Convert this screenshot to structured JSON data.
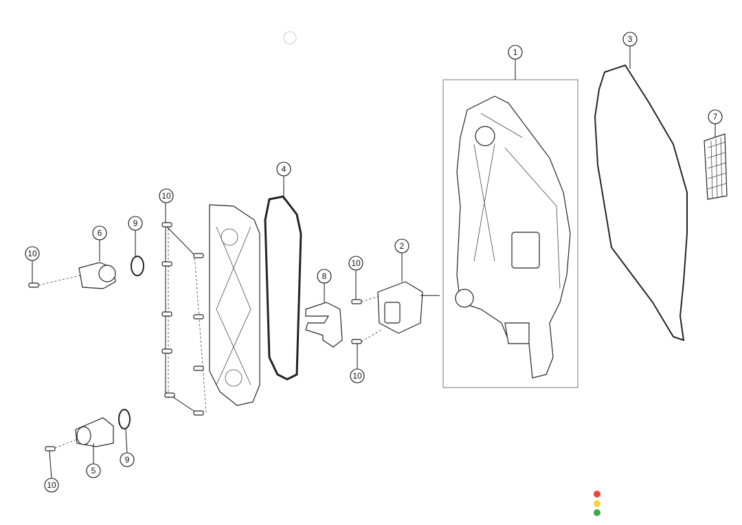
{
  "diagram": {
    "callouts": [
      "1",
      "3",
      "7",
      "4",
      "10",
      "9",
      "6",
      "10",
      "2",
      "10",
      "8",
      "10",
      "9",
      "5",
      "10"
    ],
    "status_dots": {
      "red": "#f0413a",
      "yellow": "#f5d53a",
      "green": "#3eaa45"
    }
  }
}
